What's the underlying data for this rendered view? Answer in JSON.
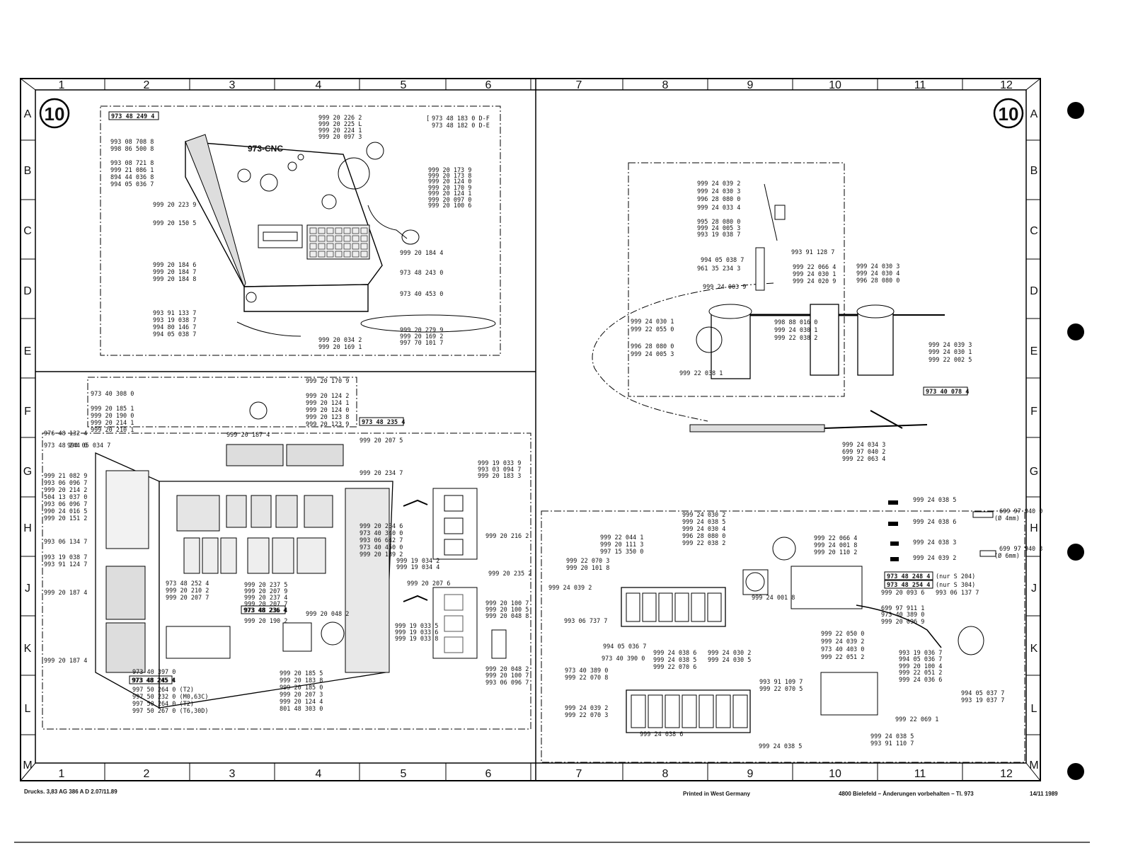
{
  "sheet": {
    "badge_left": "10",
    "badge_right": "10",
    "columns": [
      "1",
      "2",
      "3",
      "4",
      "5",
      "6",
      "7",
      "8",
      "9",
      "10",
      "11",
      "12"
    ],
    "rows": [
      "A",
      "B",
      "C",
      "D",
      "E",
      "F",
      "G",
      "H",
      "J",
      "K",
      "L",
      "M"
    ],
    "footer": {
      "left": "Drucks. 3,83 AG 386   A D 2.07/11.89",
      "center": "Printed in West Germany",
      "right": "4800 Bielefeld – Änderungen vorbehalten – Tl. 973",
      "date": "14/11 1989"
    }
  },
  "panel_top_left": {
    "title_box": "973 48 249 4",
    "logo_text": "973-CNC",
    "left_labels": [
      "993 08 708 8",
      "998 86 500 8",
      "993 08 721 8",
      "999 21 086 1",
      "894 44 036 8",
      "994 05 036 7",
      "999 20 223 9",
      "999 20 150 5",
      "999 20 184 6",
      "999 20 184 7",
      "999 20 184 8",
      "993 91 133 7",
      "993 19 038 7",
      "994 80 146 7",
      "994 05 038 7"
    ],
    "right_labels": [
      "999 20 226 2",
      "999 20 225 L",
      "999 20 224 1",
      "999 20 097 3",
      "999 20 173 9",
      "999 20 173 8",
      "999 20 124 0",
      "999 20 170 9",
      "999 20 124 1",
      "999 20 097 0",
      "999 20 100 6",
      "999 20 184 4",
      "973 48 243 0",
      "973 40 453 0",
      "999 20 279 9",
      "999 20 169 2",
      "997 70 101 7",
      "999 20 034 2",
      "999 20 169 1"
    ],
    "bracket_labels": [
      "973 48 183 0  D-F",
      "973 48 182 0  D-E"
    ]
  },
  "panel_bottom_left": {
    "title_box": "973 48 235 4",
    "labels_top": [
      "973 40 308 0",
      "999 20 185 1",
      "999 20 190 0",
      "999 20 214 1",
      "999 20 210 1",
      "976 48 132 4",
      "973 48 244 0",
      "994 05 034 7",
      "999 20 170 9",
      "999 20 124 2",
      "999 20 124 1",
      "999 20 124 0",
      "999 20 123 8",
      "999 20 123 9",
      "999 20 187 4",
      "999 20 207 5",
      "999 20 234 7"
    ],
    "labels_left": [
      "999 21 082 9",
      "993 06 096 7",
      "999 20 214 2",
      "504 13 037 0",
      "993 06 096 7",
      "990 24 016 5",
      "999 20 151 2",
      "993 06 134 7",
      "993 19 038 7",
      "993 91 124 7",
      "999 20 187 4",
      "999 20 187 4"
    ],
    "labels_mid": [
      "999 20 234 6",
      "973 40 340 0",
      "993 06 642 7",
      "973 40 450 0",
      "999 20 189 2",
      "999 19 034 2",
      "999 19 034 4",
      "999 20 207 6",
      "973 48 252 4",
      "999 20 210 2",
      "999 20 207 7",
      "999 20 237 5",
      "999 20 207 9",
      "999 20 237 4",
      "999 20 207 7",
      "973 48 236 4",
      "999 20 190 2",
      "999 20 048 2"
    ],
    "labels_bottom": [
      "973 40 397 0",
      "973 48 245 4",
      "997 50 264 0 (T2)",
      "997 50 232 0 (M0,63C)",
      "997 50 264 0 (T2)",
      "997 50 267 0 (T6,30D)",
      "999 20 185 5",
      "999 20 183 8",
      "999 20 185 0",
      "999 20 207 3",
      "999 20 124 4",
      "801 48 303 0"
    ],
    "labels_right": [
      "999 19 033 9",
      "993 03 094 7",
      "999 20 183 3",
      "999 20 216 2",
      "999 20 235 2",
      "999 20 100 7",
      "999 20 100 5",
      "999 20 048 8",
      "999 19 033 5",
      "999 19 033 6",
      "999 19 033 8",
      "999 20 048 2",
      "999 20 100 7",
      "993 06 096 7"
    ]
  },
  "panel_top_right": {
    "title_box": "973 40 078 4",
    "labels": [
      "999 24 039 2",
      "999 24 030 3",
      "996 28 080 0",
      "999 24 033 4",
      "995 28 080 0",
      "999 24 005 3",
      "993 19 038 7",
      "993 91 128 7",
      "994 05 038 7",
      "961 35 234 3",
      "999 24 003 9",
      "999 22 066 4",
      "999 24 030 1",
      "999 24 020 9",
      "999 24 030 3",
      "999 24 030 4",
      "996 28 080 0",
      "999 24 030 1",
      "999 22 055 0",
      "998 88 016 0",
      "999 24 030 1",
      "999 22 038 2",
      "996 28 080 0",
      "999 24 005 3",
      "999 22 038 1",
      "999 24 039 3",
      "999 24 030 1",
      "999 22 002 5",
      "999 24 034 3",
      "699 97 040 2",
      "999 22 063 4"
    ]
  },
  "panel_bottom_right": {
    "boxes": [
      "973 48 248 4",
      "973 48 254 4"
    ],
    "box_notes": [
      "(nur S 204)",
      "(nur S 304)"
    ],
    "legend": [
      "999 24 038 5",
      "999 24 038 6",
      "999 24 038 3",
      "999 24 039 2",
      "699 97 940 0",
      "(Ø 4mm)",
      "699 97 940 3",
      "(Ø 6mm)"
    ],
    "labels": [
      "999 24 030 2",
      "999 24 038 5",
      "999 24 030 4",
      "996 28 080 0",
      "999 22 038 2",
      "999 22 044 1",
      "999 20 111 3",
      "997 15 350 0",
      "999 22 066 4",
      "999 24 001 8",
      "999 20 110 2",
      "999 22 070 3",
      "999 20 101 8",
      "999 24 039 2",
      "993 06 737 7",
      "999 24 001 8",
      "994 05 036 7",
      "973 40 390 0",
      "999 24 038 6",
      "999 24 038 5",
      "999 22 070 6",
      "999 24 030 2",
      "999 24 030 5",
      "973 40 389 0",
      "999 22 070 8",
      "993 91 109 7",
      "999 22 070 5",
      "999 24 039 2",
      "999 22 070 3",
      "999 24 038 6",
      "999 24 038 5",
      "999 22 050 0",
      "999 24 039 2",
      "973 40 403 0",
      "999 22 051 2",
      "999 20 093 6",
      "993 06 137 7",
      "699 97 911 1",
      "973 40 389 0",
      "999 20 096 9",
      "993 19 036 7",
      "994 05 036 7",
      "999 20 100 4",
      "999 22 051 2",
      "999 24 036 6",
      "994 05 037 7",
      "993 19 037 7",
      "999 22 069 1",
      "999 24 038 5",
      "993 91 110 7"
    ]
  }
}
